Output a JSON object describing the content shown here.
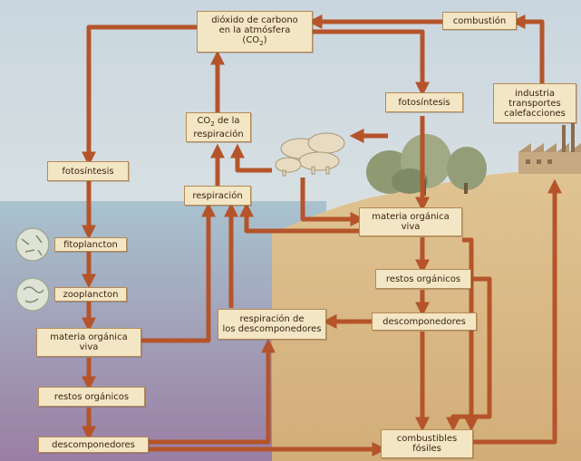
{
  "colors": {
    "arrow": "#b5542a",
    "box_fill": "#f3e6c4",
    "box_border": "#b58a55",
    "land": "#d8b884",
    "sea_top": "#a9c3cf",
    "sea_bottom": "#9a7ea3",
    "sky": "#c9d6df"
  },
  "labels": {
    "co2_atmosphere_line1": "dióxido de carbono",
    "co2_atmosphere_line2": "en la atmósfera",
    "co2_atmosphere_line3_prefix": "(CO",
    "co2_atmosphere_line3_sub": "2",
    "co2_atmosphere_line3_suffix": ")",
    "combustion": "combustión",
    "photosynthesis_land": "fotosíntesis",
    "industry_line1": "industria",
    "industry_line2": "transportes",
    "industry_line3": "calefacciones",
    "co2_respiration_prefix": "CO",
    "co2_respiration_sub": "2",
    "co2_respiration_suffix": " de la",
    "co2_respiration_line2": "respiración",
    "photosynthesis_sea": "fotosíntesis",
    "respiration": "respiración",
    "organic_matter_land_line1": "materia orgánica",
    "organic_matter_land_line2": "viva",
    "phytoplankton": "fitoplancton",
    "organic_remains_land": "restos orgánicos",
    "zooplankton": "zooplancton",
    "decomposers_land": "descomponedores",
    "decomposer_respiration_line1": "respiración de",
    "decomposer_respiration_line2": "los descomponedores",
    "organic_matter_sea_line1": "materia orgánica",
    "organic_matter_sea_line2": "viva",
    "organic_remains_sea": "restos orgánicos",
    "decomposers_sea": "descomponedores",
    "fossil_fuels_line1": "combustibles",
    "fossil_fuels_line2": "fósiles"
  }
}
